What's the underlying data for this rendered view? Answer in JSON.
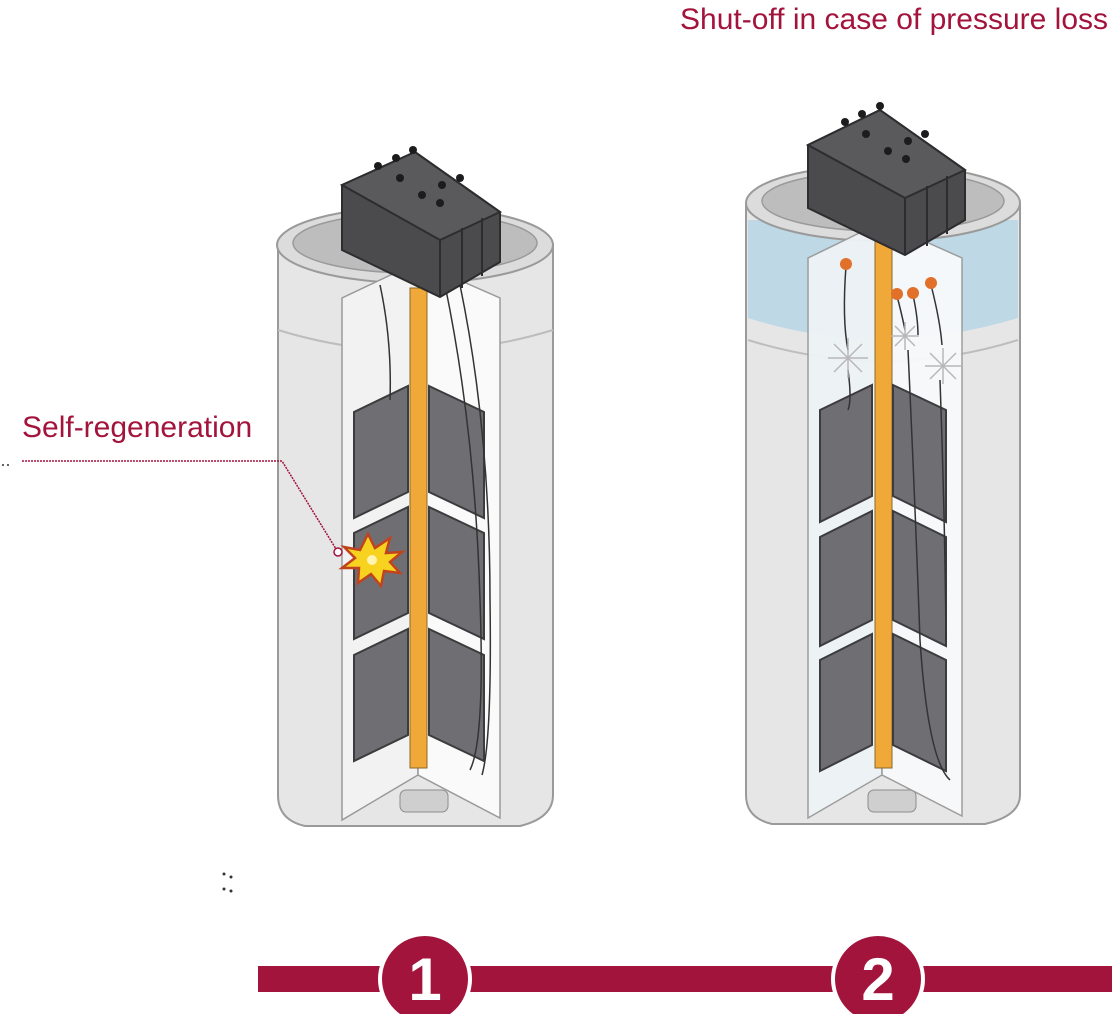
{
  "labels": {
    "self_regeneration": "Self-regeneration",
    "pressure_loss": "Shut-off in case of pressure loss"
  },
  "steps": [
    {
      "number": "1"
    },
    {
      "number": "2"
    }
  ],
  "colors": {
    "accent": "#a3143c",
    "shell": "#e6e6e6",
    "terminal": "#4b4b4d",
    "element": "#6f6f73",
    "core": "#f0a838",
    "gas_zone": "#b9d6e6",
    "spark": "#f7d21e",
    "contact": "#e0702a"
  }
}
